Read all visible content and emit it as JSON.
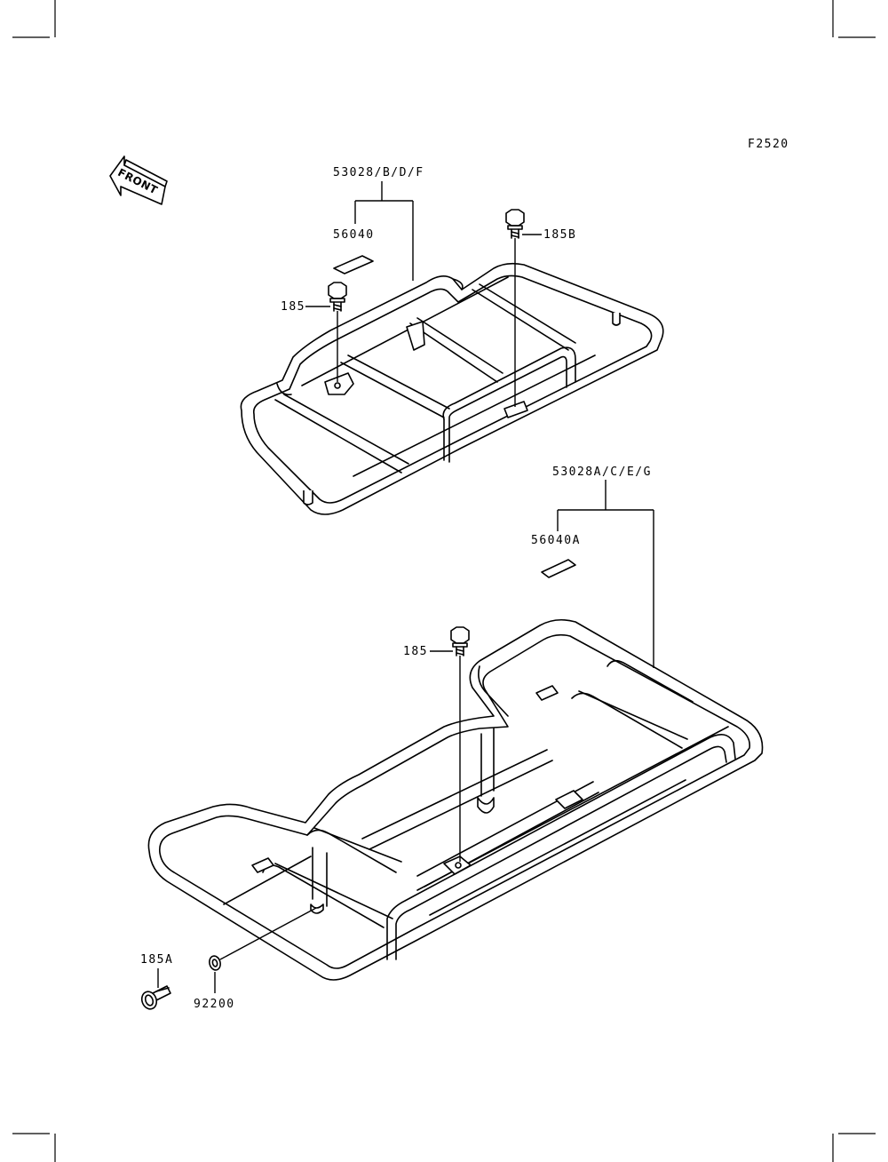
{
  "figure_code": "F2520",
  "front_arrow_text": "FRONT",
  "labels": {
    "upper_carrier_set": "53028/B/D/F",
    "upper_decal": "56040",
    "bolt_185b": "185B",
    "upper_bolt_185": "185",
    "lower_carrier_set": "53028A/C/E/G",
    "lower_decal": "56040A",
    "lower_bolt_185": "185",
    "bolt_185a": "185A",
    "washer_92200": "92200"
  }
}
